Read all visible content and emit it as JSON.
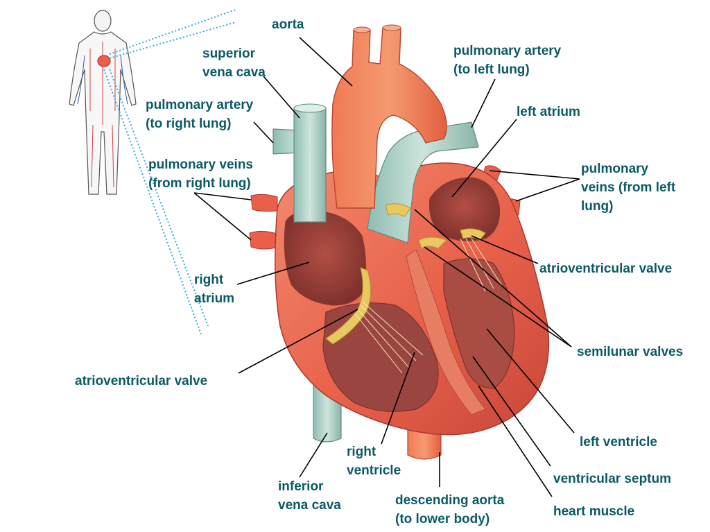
{
  "labels": {
    "aorta": "aorta",
    "superior_vena_cava": [
      "superior",
      "vena cava"
    ],
    "pulmonary_artery_left": [
      "pulmonary artery",
      "(to left lung)"
    ],
    "pulmonary_artery_right": [
      "pulmonary artery",
      "(to right lung)"
    ],
    "left_atrium": "left atrium",
    "pulmonary_veins_right": [
      "pulmonary veins",
      "(from right lung)"
    ],
    "pulmonary_veins_left": [
      "pulmonary",
      "veins (from left",
      "lung)"
    ],
    "av_valve_right": "atrioventricular valve",
    "right_atrium": [
      "right",
      "atrium"
    ],
    "semilunar_valves": "semilunar valves",
    "av_valve_left": "atrioventricular valve",
    "left_ventricle": "left ventricle",
    "right_ventricle": [
      "right",
      "ventricle"
    ],
    "ventricular_septum": "ventricular septum",
    "inferior_vena_cava": [
      "inferior",
      "vena cava"
    ],
    "descending_aorta": [
      "descending aorta",
      "(to lower body)"
    ],
    "heart_muscle": "heart muscle"
  },
  "colors": {
    "label_text": "#0b5a63",
    "leader_line": "#000000",
    "muscle": "#e8604a",
    "muscle_dark": "#c8473a",
    "vein_blue": "#a9cfc6",
    "valve": "#e8c861",
    "guide_dots": "#3aa6d6"
  }
}
